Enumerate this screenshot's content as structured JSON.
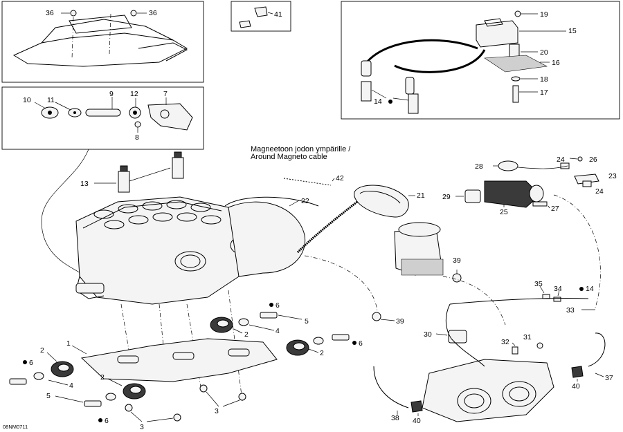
{
  "figure_code": "08NM0711",
  "note": {
    "line1": "Magneetoon jodon ympärille /",
    "line2": "Around Magneto cable"
  },
  "callouts": {
    "c1": "1",
    "c2a": "2",
    "c2b": "2",
    "c2c": "2",
    "c2d": "2",
    "c3a": "3",
    "c3b": "3",
    "c4a": "4",
    "c4b": "4",
    "c5a": "5",
    "c5b": "5",
    "c6a": "6",
    "c6b": "6",
    "c6c": "6",
    "c6d": "6",
    "c7": "7",
    "c8": "8",
    "c9": "9",
    "c10": "10",
    "c11": "11",
    "c12": "12",
    "c13": "13",
    "c14a": "14",
    "c14b": "14",
    "c15": "15",
    "c16": "16",
    "c17": "17",
    "c18": "18",
    "c19": "19",
    "c20": "20",
    "c21": "21",
    "c22": "22",
    "c23": "23",
    "c24a": "24",
    "c24b": "24",
    "c25": "25",
    "c26": "26",
    "c27": "27",
    "c28": "28",
    "c29": "29",
    "c30": "30",
    "c31": "31",
    "c32": "32",
    "c33": "33",
    "c34": "34",
    "c35": "35",
    "c36a": "36",
    "c36b": "36",
    "c37": "37",
    "c38": "38",
    "c39a": "39",
    "c39b": "39",
    "c40a": "40",
    "c40b": "40",
    "c41": "41",
    "c42": "42"
  }
}
